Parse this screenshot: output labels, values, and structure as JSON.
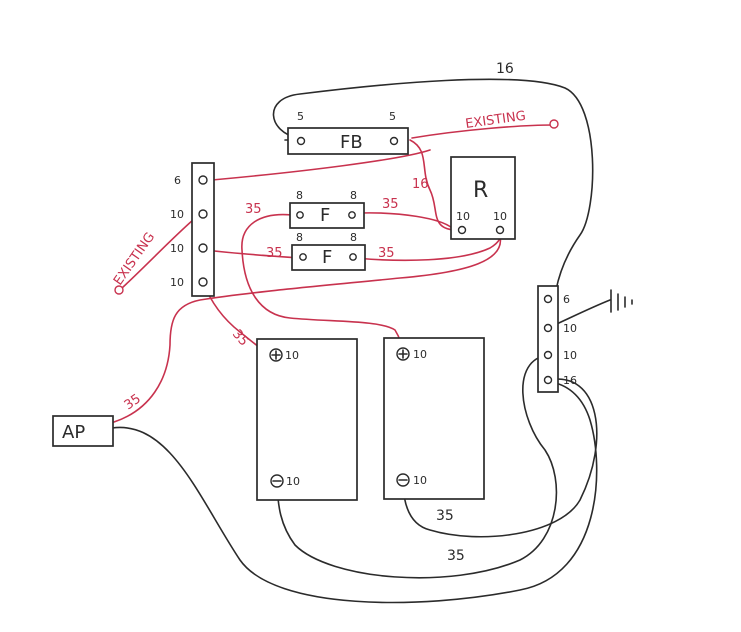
{
  "colors": {
    "ink": "#2b2b2b",
    "red": "#c8324e",
    "paper": "#ffffff"
  },
  "labels": {
    "fb": "FB",
    "fb_left_gauge": "5",
    "fb_right_gauge": "5",
    "top_wire_gauge": "16",
    "existing_top": "EXISTING",
    "existing_left": "EXISTING",
    "red_16": "16",
    "relay": "R",
    "relay_left_terminal": "10",
    "relay_right_terminal": "10",
    "fuse": "F",
    "fuse1_left_gauge": "8",
    "fuse1_right_gauge": "8",
    "fuse2_left_gauge": "8",
    "fuse2_right_gauge": "8",
    "red_35_fuse1_left": "35",
    "red_35_fuse1_right": "35",
    "red_35_fuse2_left": "35",
    "red_35_fuse2_right": "35",
    "red_35_diag": "35",
    "red_35_ap": "35",
    "bus_left": [
      "6",
      "10",
      "10",
      "10"
    ],
    "bus_right": [
      "6",
      "10",
      "10",
      "16"
    ],
    "battery1_pos": "10",
    "battery1_neg": "10",
    "battery2_pos": "10",
    "battery2_neg": "10",
    "ap": "AP",
    "black_35_lower": "35",
    "black_35_bottom": "35"
  }
}
